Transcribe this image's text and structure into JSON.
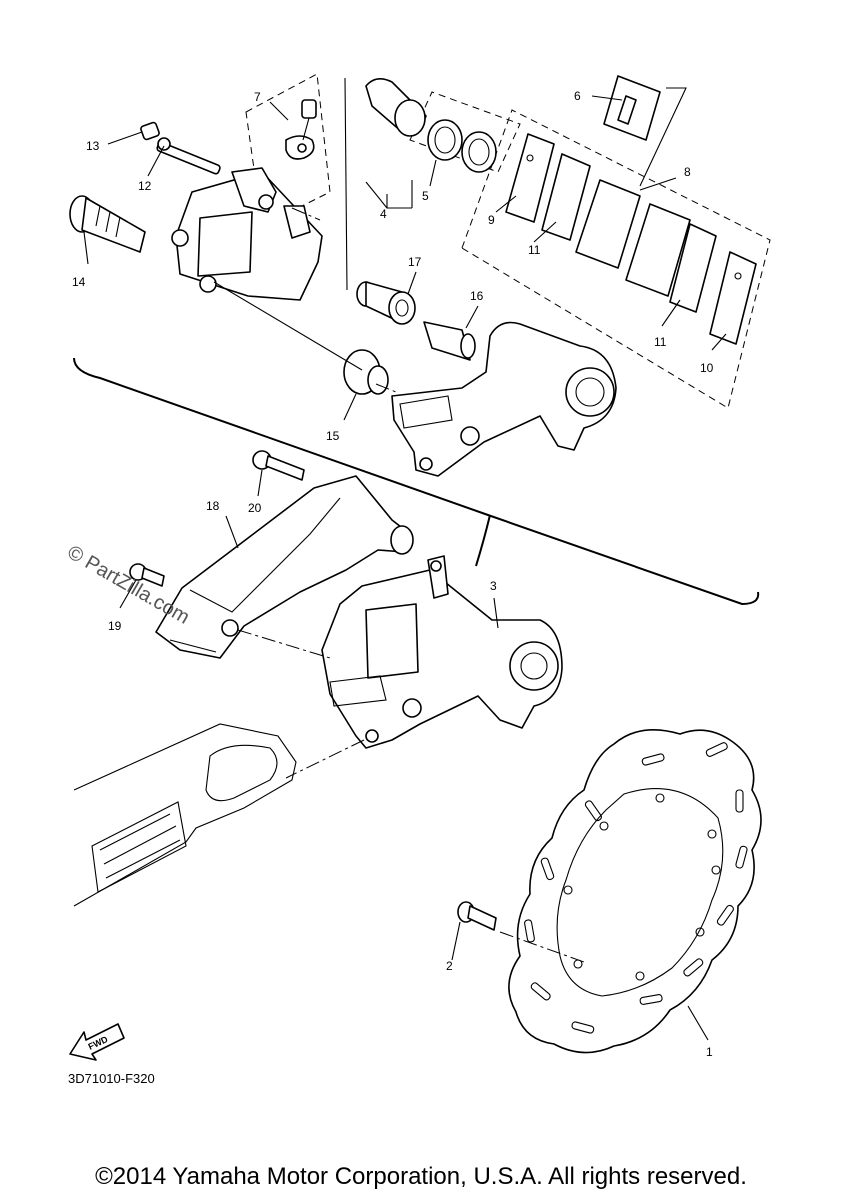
{
  "callouts": {
    "c1": "1",
    "c2": "2",
    "c3": "3",
    "c4": "4",
    "c5": "5",
    "c6": "6",
    "c7": "7",
    "c8": "8",
    "c9": "9",
    "c10": "10",
    "c11a": "11",
    "c11b": "11",
    "c12": "12",
    "c13": "13",
    "c14": "14",
    "c15": "15",
    "c16": "16",
    "c17": "17",
    "c18": "18",
    "c19": "19",
    "c20": "20"
  },
  "watermark": "© PartZilla.com",
  "fwd_label": "FWD",
  "diagram_code": "3D71010-F320",
  "copyright": "©2014 Yamaha Motor Corporation, U.S.A. All rights reserved."
}
